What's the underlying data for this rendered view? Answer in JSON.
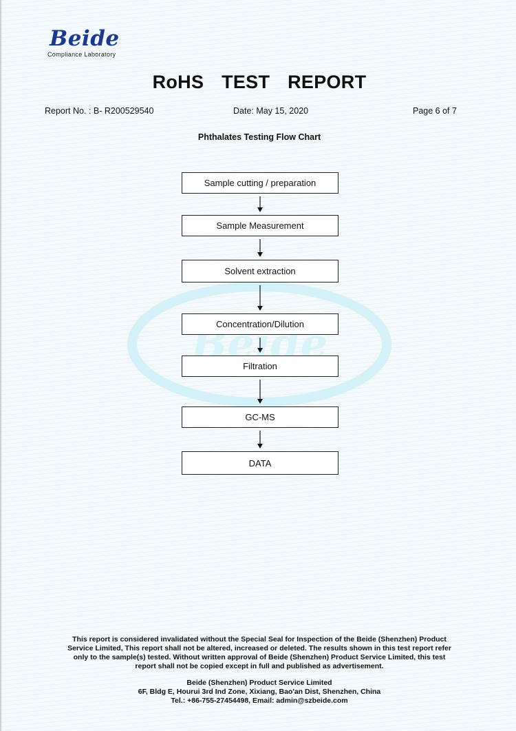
{
  "logo": {
    "word": "Beide",
    "sub": "Compliance Laboratory"
  },
  "header": {
    "title": "RoHS TEST REPORT",
    "report_no": "Report No. : B- R200529540",
    "date": "Date: May 15, 2020",
    "page": "Page 6 of 7"
  },
  "chart": {
    "title": "Phthalates Testing Flow Chart",
    "steps": [
      "Sample cutting / preparation",
      "Sample Measurement",
      "Solvent extraction",
      "Concentration/Dilution",
      "Filtration",
      "GC-MS",
      "DATA"
    ]
  },
  "watermark": {
    "text": "Beide"
  },
  "footer": {
    "disclaimer_lines": [
      "This report is considered invalidated without the Special Seal for Inspection of the Beide (Shenzhen) Product",
      "Service Limited, This report shall not be altered, increased or deleted. The results shown in this test report refer",
      "only to the sample(s) tested. Without written approval of Beide (Shenzhen) Product Service Limited, this test",
      "report shall not be copied except in full and published as advertisement."
    ],
    "company": "Beide (Shenzhen) Product Service Limited",
    "address": "6F, Bldg E, Hourui 3rd Ind Zone, Xixiang, Bao'an Dist, Shenzhen, China",
    "contact": "Tel.: +86-755-27454498, Email: admin@szbeide.com"
  },
  "colors": {
    "logo": "#1b3a8f",
    "watermark": "#d6f3f7"
  }
}
